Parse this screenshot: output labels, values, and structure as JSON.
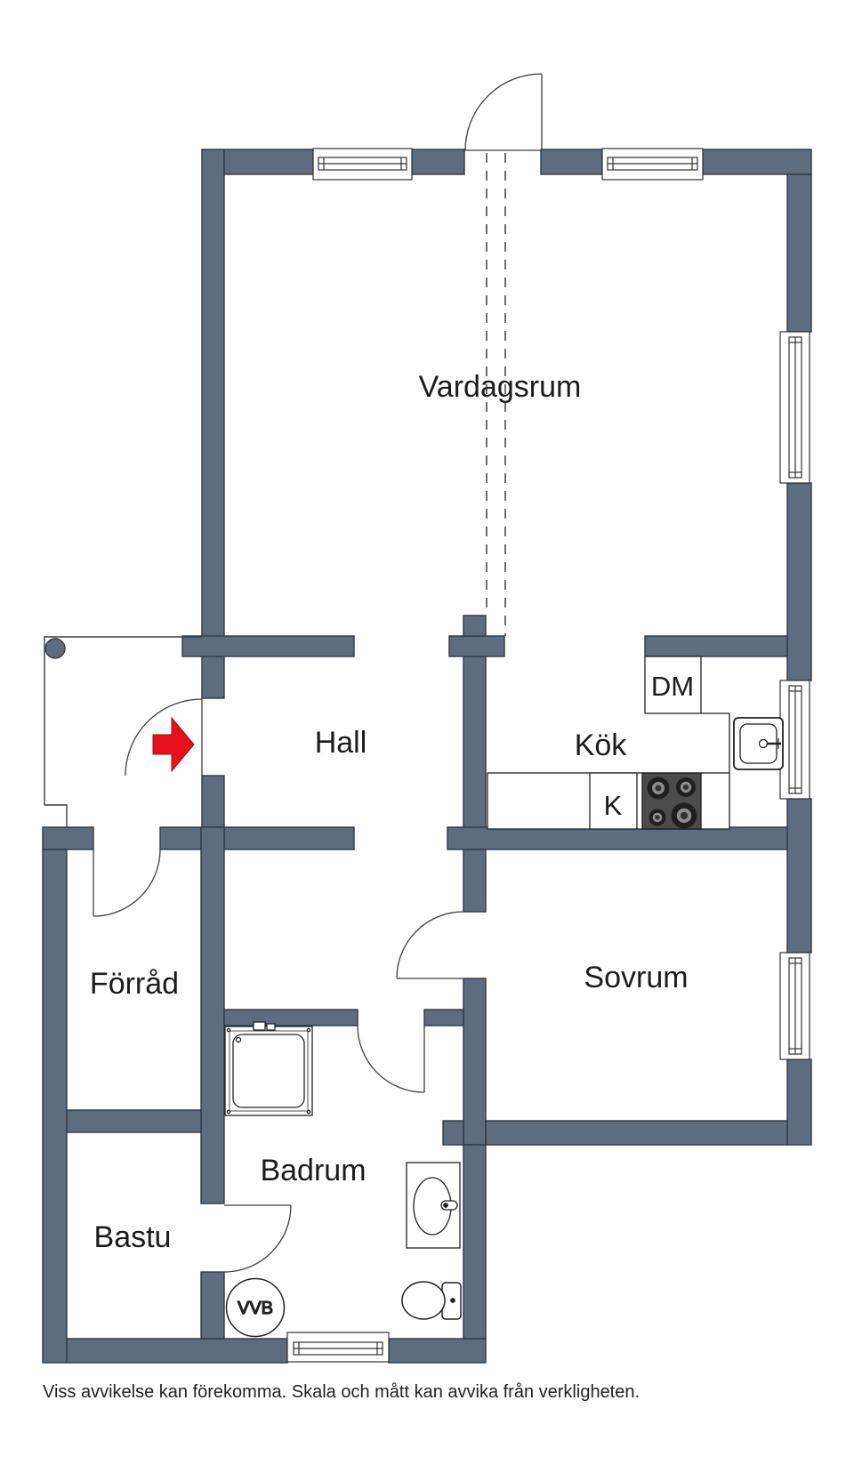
{
  "plan": {
    "rooms": [
      {
        "id": "vardagsrum",
        "label": "Vardagsrum"
      },
      {
        "id": "hall",
        "label": "Hall"
      },
      {
        "id": "kok",
        "label": "Kök"
      },
      {
        "id": "sovrum",
        "label": "Sovrum"
      },
      {
        "id": "forrad",
        "label": "Förråd"
      },
      {
        "id": "badrum",
        "label": "Badrum"
      },
      {
        "id": "bastu",
        "label": "Bastu"
      }
    ],
    "appliances": {
      "dishwasher_label": "DM",
      "fridge_label": "K",
      "water_heater_label": "VVB"
    },
    "disclaimer": "Viss avvikelse kan förekomma. Skala och mått kan avvika från verkligheten.",
    "colors": {
      "wall": "#5e6c80",
      "wall_outline": "#303945",
      "line": "#3f3f3f",
      "window_stroke": "#333333",
      "entrance_arrow": "#e8101b",
      "stove": "#4c4c4c",
      "background": "#ffffff"
    }
  }
}
